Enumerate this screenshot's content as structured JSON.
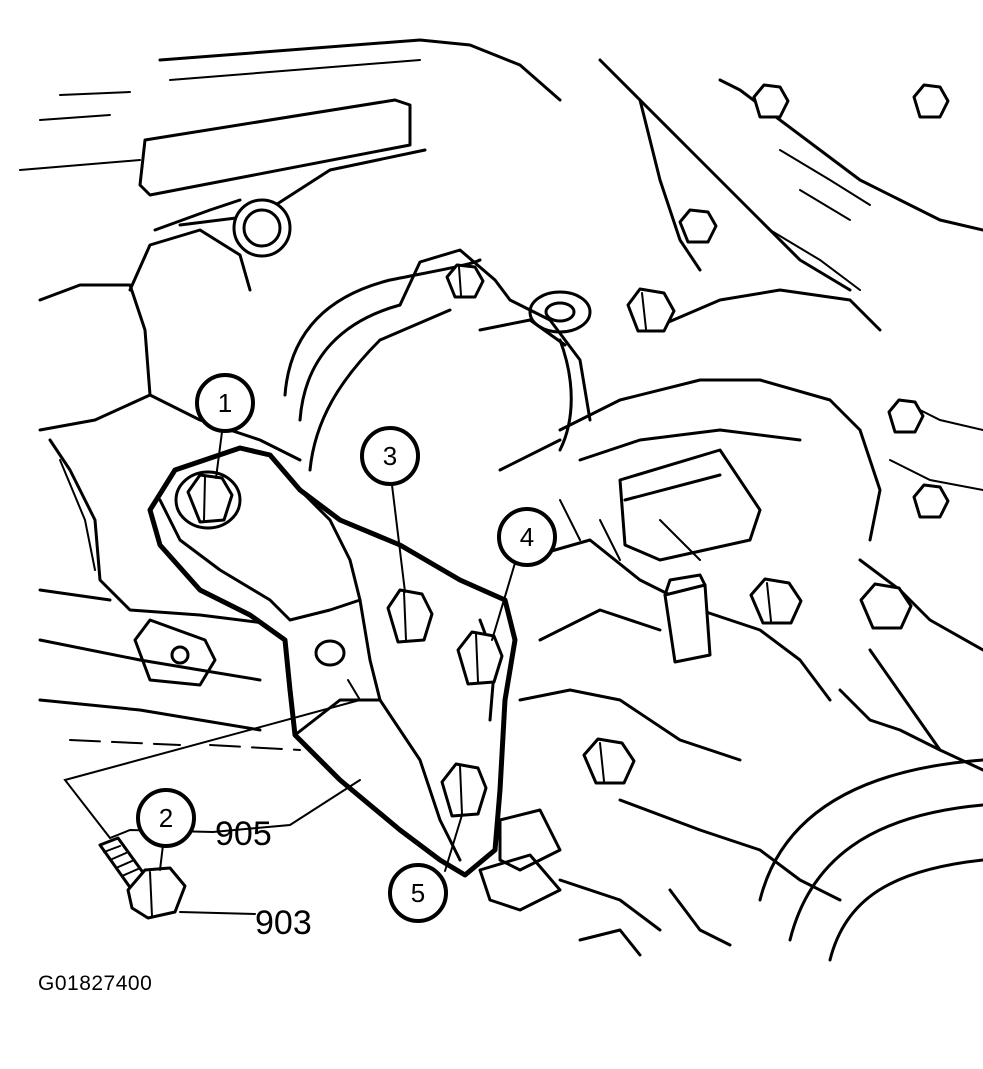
{
  "diagram": {
    "figure_id": "G01827400",
    "callouts": [
      {
        "number": "1",
        "target": "bracket-upper-bolt"
      },
      {
        "number": "2",
        "target": "loose-bolt"
      },
      {
        "number": "3",
        "target": "bracket-middle-bolt"
      },
      {
        "number": "4",
        "target": "bracket-right-bolt"
      },
      {
        "number": "5",
        "target": "bracket-lower-bolt"
      }
    ],
    "part_labels": [
      {
        "code": "905",
        "target": "mount-bracket"
      },
      {
        "code": "903",
        "target": "loose-bolt"
      }
    ]
  }
}
